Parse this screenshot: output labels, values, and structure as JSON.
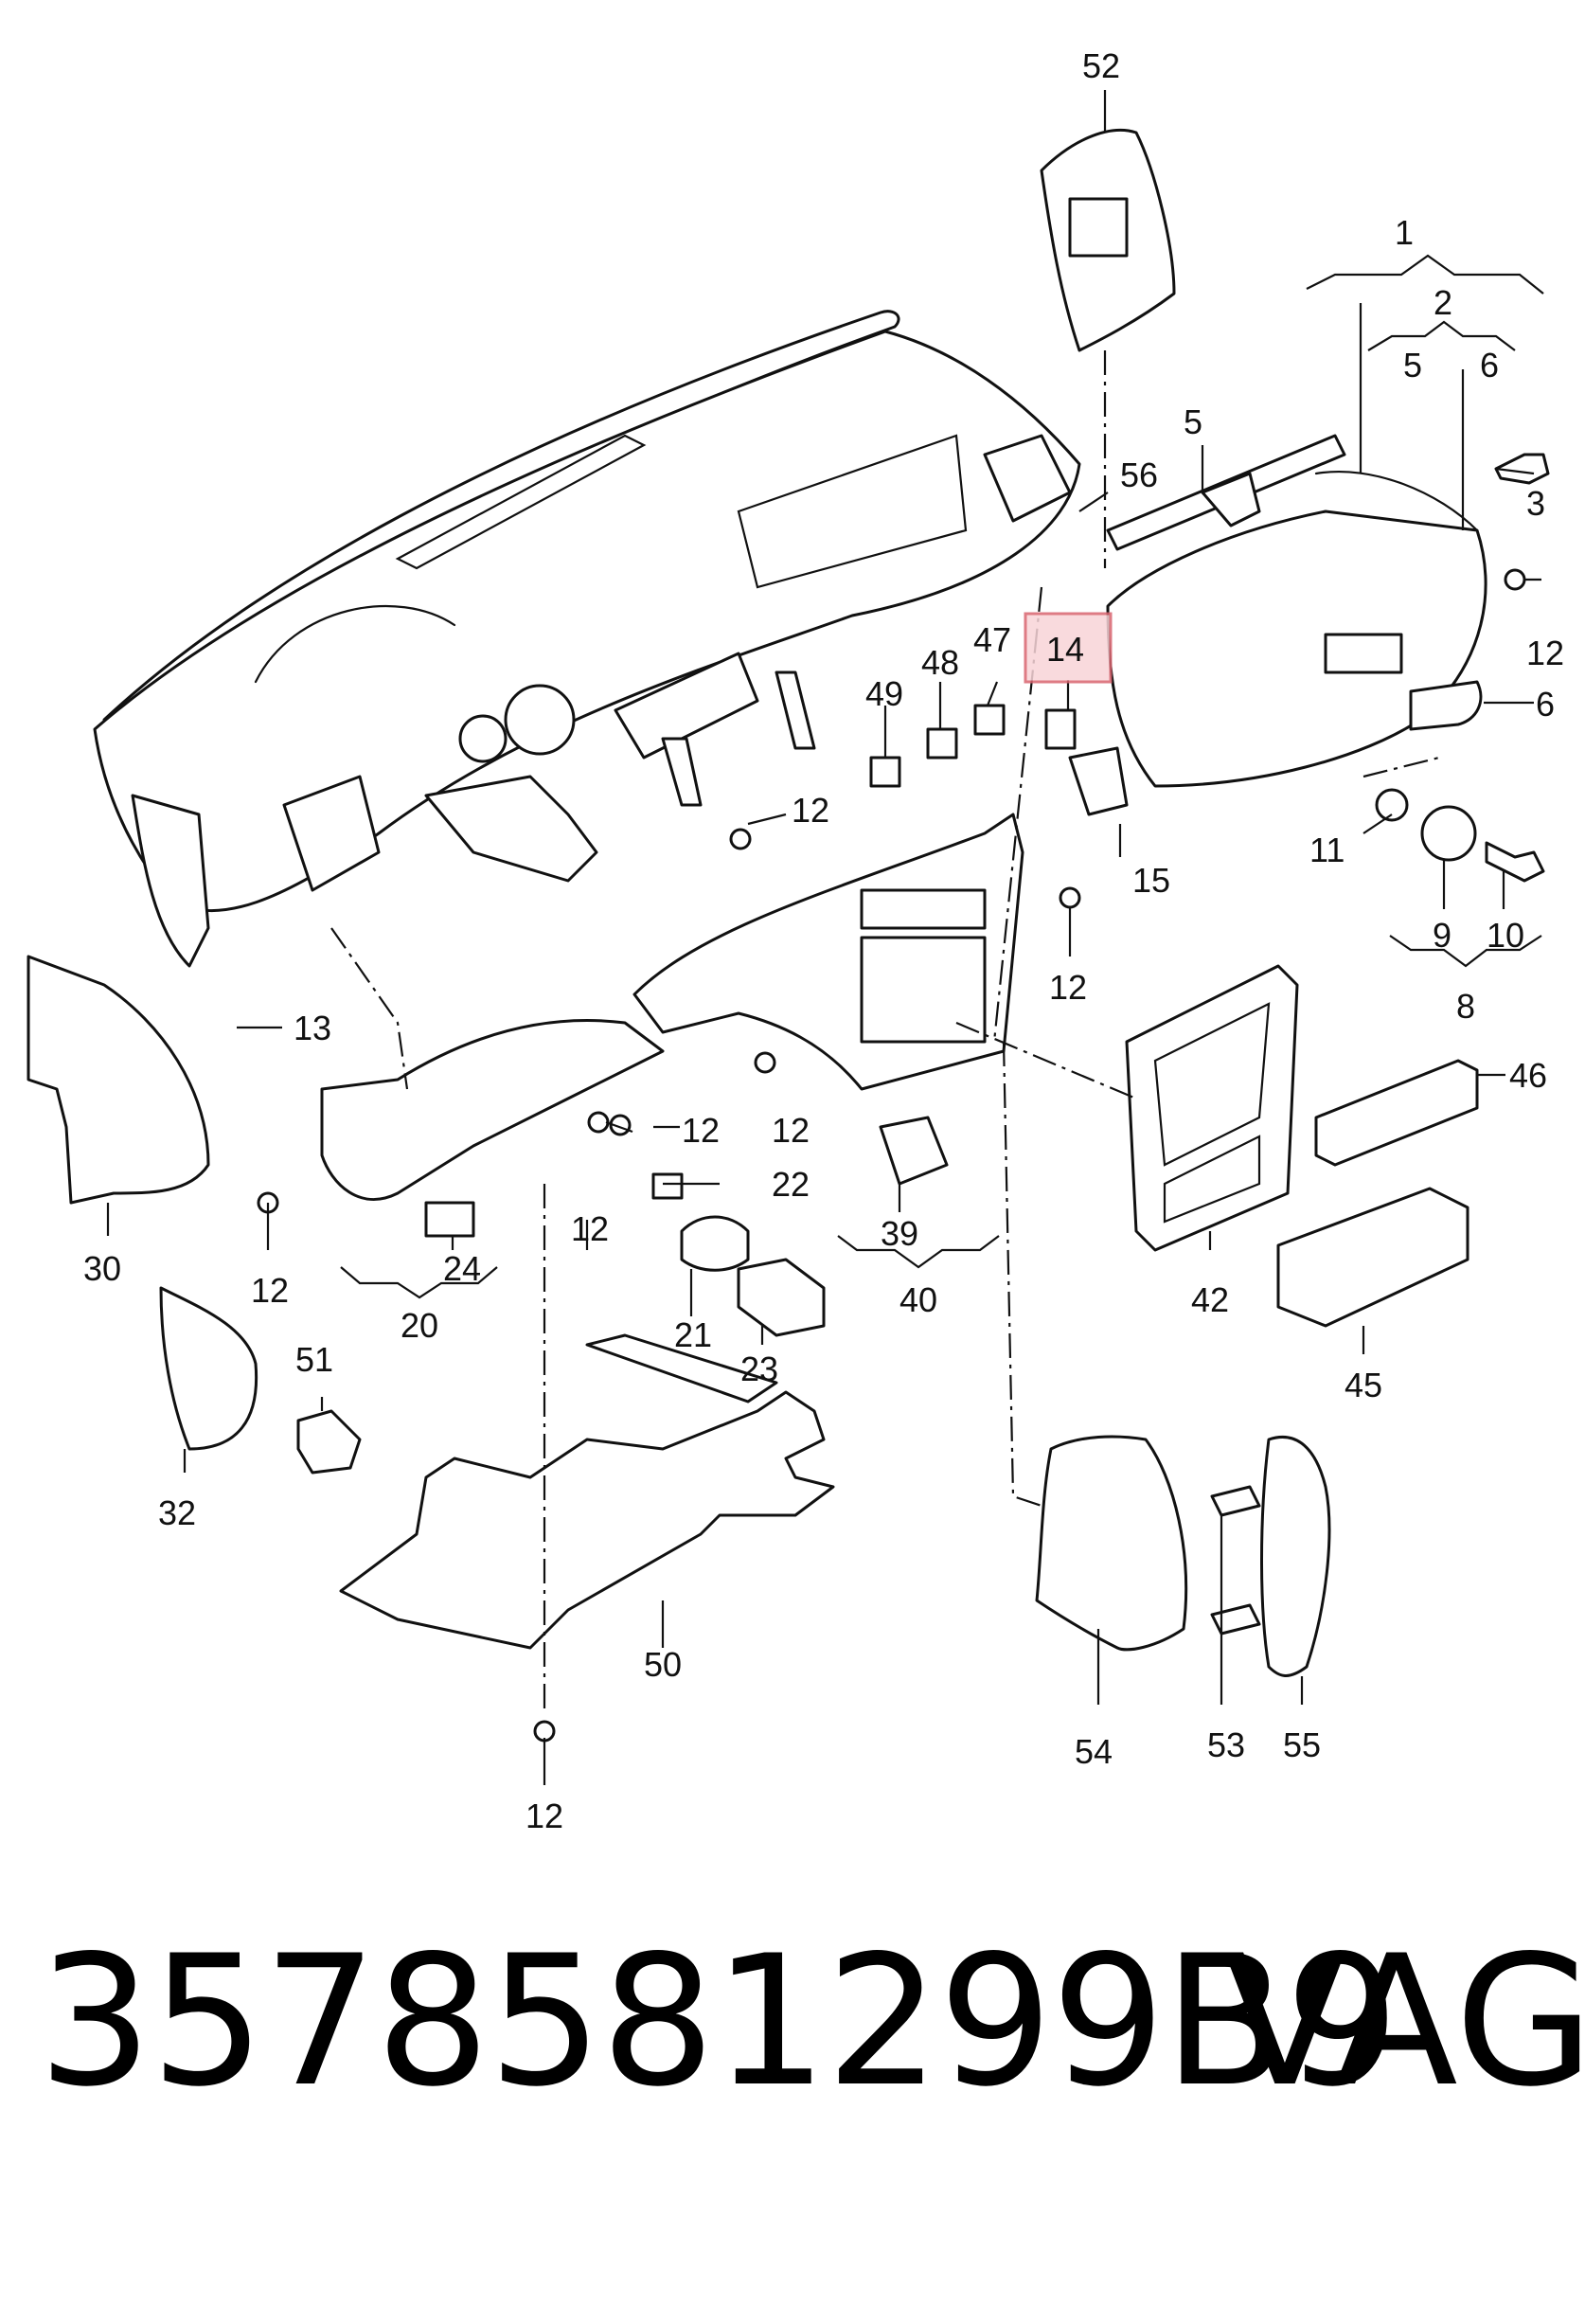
{
  "diagram": {
    "highlighted_callout": "14",
    "highlight_color": "#f8d4d8",
    "callouts": [
      "52",
      "1",
      "2",
      "5",
      "6",
      "5",
      "56",
      "3",
      "12",
      "47",
      "48",
      "49",
      "14",
      "6",
      "12",
      "15",
      "11",
      "9",
      "10",
      "8",
      "12",
      "12",
      "13",
      "46",
      "12",
      "12",
      "22",
      "42",
      "30",
      "12",
      "12",
      "24",
      "39",
      "20",
      "40",
      "21",
      "23",
      "45",
      "51",
      "32",
      "50",
      "54",
      "53",
      "55",
      "12"
    ]
  },
  "footer": {
    "part_number": "3578581299B9",
    "brand": "VAG"
  }
}
